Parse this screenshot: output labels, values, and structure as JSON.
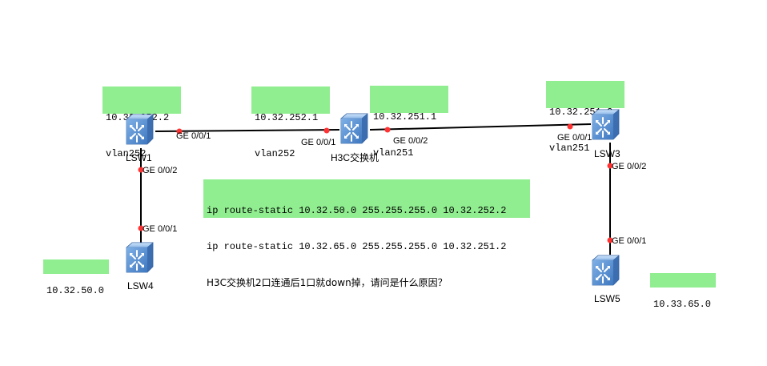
{
  "devices": {
    "lsw1": "LSW1",
    "lsw3": "LSW3",
    "lsw4": "LSW4",
    "lsw5": "LSW5",
    "h3c": "H3C交换机"
  },
  "notes": {
    "lsw1_ip": "10.32.252.2",
    "lsw1_vlan": "vlan252",
    "h3c_left_ip": "10.32.252.1",
    "h3c_left_vlan": "vlan252",
    "h3c_right_ip": "10.32.251.1",
    "h3c_right_vlan": "vlan251",
    "lsw3_ip": "10.32.251.2",
    "lsw3_vlan": "vlan251",
    "lsw4_net": "10.32.50.0",
    "lsw5_net": "10.33.65.0"
  },
  "config": {
    "line1": "ip route-static 10.32.50.0 255.255.255.0 10.32.252.2",
    "line2": "ip route-static 10.32.65.0 255.255.255.0 10.32.251.2",
    "question": "H3C交换机2口连通后1口就down掉，请问是什么原因？"
  },
  "ports": {
    "lsw1_g1": "GE 0/0/1",
    "h3c_g1": "GE 0/0/1",
    "h3c_g2": "GE 0/0/2",
    "lsw3_g1": "GE 0/0/1",
    "lsw1_g2": "GE 0/0/2",
    "lsw4_g1": "GE 0/0/1",
    "lsw3_g2": "GE 0/0/2",
    "lsw5_g1": "GE 0/0/1"
  },
  "colors": {
    "note_bg": "#90ee90",
    "link": "#000000",
    "port_dot": "#ff3333",
    "switch_body": "#6a9fd8"
  },
  "icons": {
    "switch": "layer3-switch-icon"
  }
}
